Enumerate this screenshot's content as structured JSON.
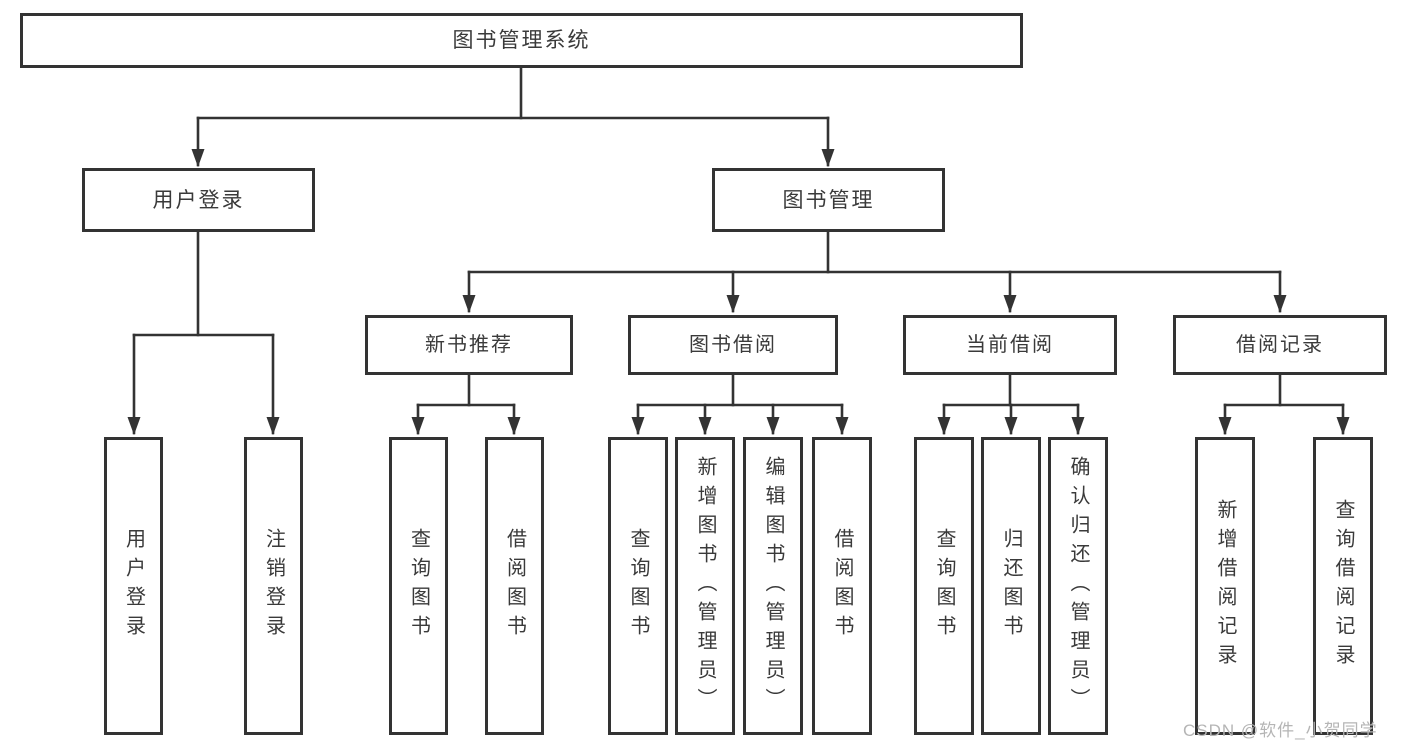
{
  "tree": {
    "root": {
      "label": "图书管理系统"
    },
    "branches": [
      {
        "label": "用户登录",
        "children": [
          {
            "label": "用户登录"
          },
          {
            "label": "注销登录"
          }
        ]
      },
      {
        "label": "图书管理",
        "children": [
          {
            "label": "新书推荐",
            "children": [
              {
                "label": "查询图书"
              },
              {
                "label": "借阅图书"
              }
            ]
          },
          {
            "label": "图书借阅",
            "children": [
              {
                "label": "查询图书"
              },
              {
                "label": "新增图书（管理员）"
              },
              {
                "label": "编辑图书（管理员）"
              },
              {
                "label": "借阅图书"
              }
            ]
          },
          {
            "label": "当前借阅",
            "children": [
              {
                "label": "查询图书"
              },
              {
                "label": "归还图书"
              },
              {
                "label": "确认归还（管理员）"
              }
            ]
          },
          {
            "label": "借阅记录",
            "children": [
              {
                "label": "新增借阅记录"
              },
              {
                "label": "查询借阅记录"
              }
            ]
          }
        ]
      }
    ]
  },
  "watermark": {
    "text": "CSDN @软件_小贺同学"
  },
  "colors": {
    "line": "#333333",
    "text": "#3a3a3a",
    "background": "#ffffff",
    "watermark": "#b5b5b5"
  }
}
